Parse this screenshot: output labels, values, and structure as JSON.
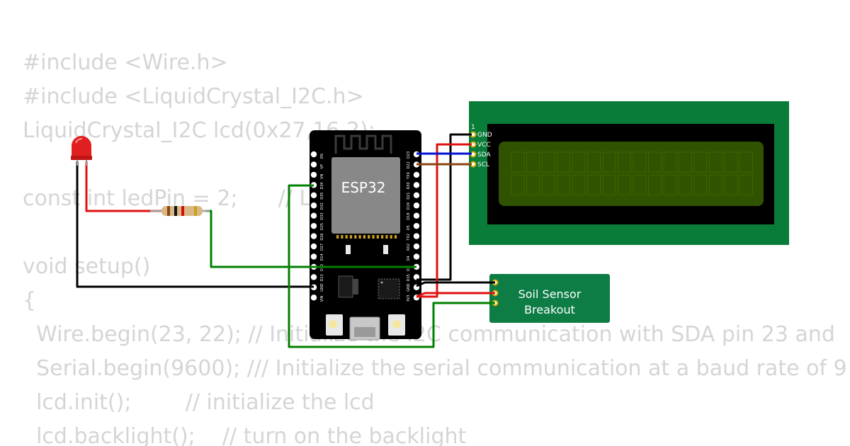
{
  "code": {
    "lines": [
      "#include <Wire.h>",
      "#include <LiquidCrystal_I2C.h>",
      "LiquidCrystal_I2C lcd(0x27,16,2);",
      "",
      "const int ledPin = 2;      // LED",
      "",
      "void setup()",
      "{",
      "  Wire.begin(23, 22); // Initialize the I2C communication with SDA pin 23 and",
      "  Serial.begin(9600); /// Initialize the serial communication at a baud rate of 9",
      "  lcd.init();        // initialize the lcd",
      "  lcd.backlight();    // turn on the backlight"
    ]
  },
  "esp32": {
    "label": "ESP32",
    "left_pins": [
      "EN",
      "VP",
      "VN",
      "D34",
      "D35",
      "D32",
      "D33",
      "D25",
      "D26",
      "D27",
      "D14",
      "D12",
      "D13",
      "GND",
      "VIN"
    ],
    "right_pins": [
      "D23",
      "D22",
      "TX0",
      "RX0",
      "D21",
      "D19",
      "D18",
      "D5",
      "TX2",
      "RX2",
      "D4",
      "D2",
      "D15",
      "GND",
      "3V3"
    ]
  },
  "lcd": {
    "pin_number": "1",
    "pins": [
      "GND",
      "VCC",
      "SDA",
      "SCL"
    ],
    "screen_color": "#2f5300"
  },
  "soil_sensor": {
    "line1": "Soil Sensor",
    "line2": "Breakout",
    "color": "#0d7c45"
  },
  "colors": {
    "wire_black": "#000000",
    "wire_red": "#e01010",
    "wire_blue": "#0010d0",
    "wire_brown": "#8b4513",
    "wire_green": "#008000",
    "lcd_pcb": "#0a7c3a",
    "led": "#e02020"
  }
}
